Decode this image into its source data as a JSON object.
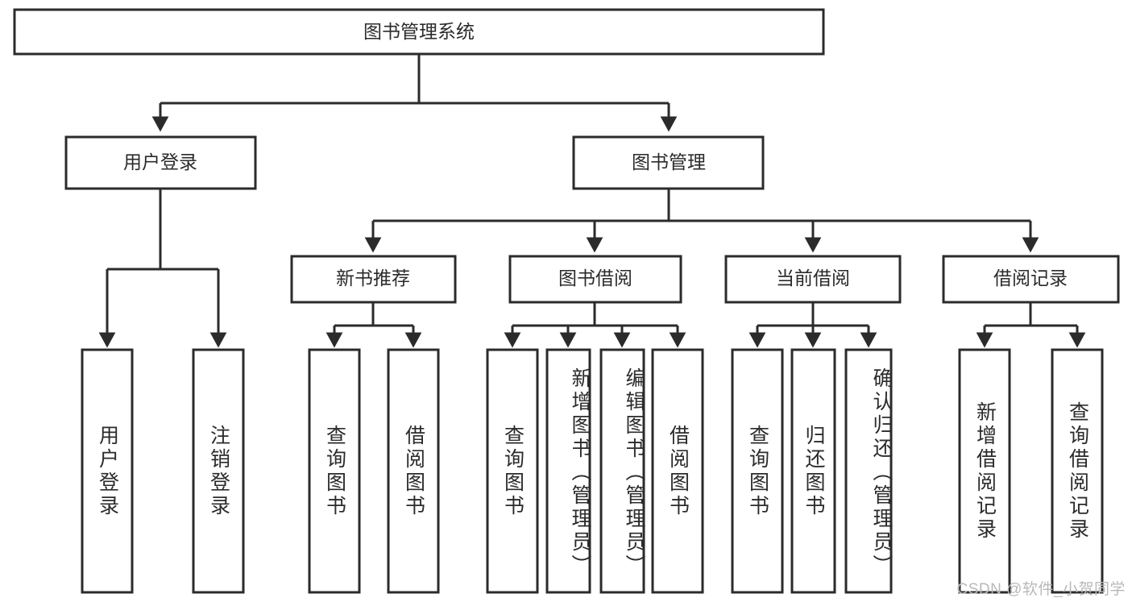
{
  "diagram": {
    "type": "tree-hierarchy",
    "title": "图书管理系统",
    "watermark": "CSDN @软件_小贺同学",
    "colors": {
      "stroke": "#2b2b2b",
      "fill": "#ffffff",
      "background": "#ffffff",
      "watermark": "#b9b9b9"
    },
    "levels": {
      "root": {
        "label": "图书管理系统"
      },
      "level2": [
        {
          "label": "用户登录"
        },
        {
          "label": "图书管理"
        }
      ],
      "level3": [
        {
          "label": "新书推荐"
        },
        {
          "label": "图书借阅"
        },
        {
          "label": "当前借阅"
        },
        {
          "label": "借阅记录"
        }
      ],
      "leaves": {
        "user_login": [
          {
            "label": "用户登录"
          },
          {
            "label": "注销登录"
          }
        ],
        "new_book_recommend": [
          {
            "label": "查询图书"
          },
          {
            "label": "借阅图书"
          }
        ],
        "book_borrow": [
          {
            "label": "查询图书"
          },
          {
            "label": "新增图书（管理员）"
          },
          {
            "label": "编辑图书（管理员）"
          },
          {
            "label": "借阅图书"
          }
        ],
        "current_borrow": [
          {
            "label": "查询图书"
          },
          {
            "label": "归还图书"
          },
          {
            "label": "确认归还（管理员）"
          }
        ],
        "borrow_record": [
          {
            "label": "新增借阅记录"
          },
          {
            "label": "查询借阅记录"
          }
        ]
      }
    }
  }
}
